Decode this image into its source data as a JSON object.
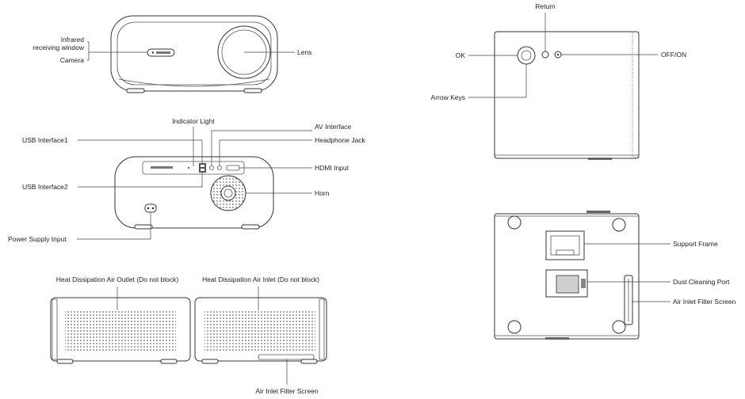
{
  "labels": {
    "infrared_line1": "Infrared",
    "infrared_line2": "receiving window",
    "camera": "Camera",
    "lens": "Lens",
    "indicator_light": "Indicator Light",
    "av_interface": "AV Interface",
    "usb_interface1": "USB Interface1",
    "headphone_jack": "Headphone Jack",
    "hdmi_input": "HDMI Input",
    "usb_interface2": "USB Interface2",
    "horn": "Horn",
    "power_supply_input": "Power Supply Input",
    "heat_outlet": "Heat Dissipation Air Outlet (Do not block)",
    "heat_inlet": "Heat Dissipation Air Inlet (Do not block)",
    "air_inlet_filter_bottom": "Air Inlet Filter Screen",
    "return": "Return",
    "ok": "OK",
    "off_on": "OFF/ON",
    "arrow_keys": "Arrow Keys",
    "support_frame": "Support Frame",
    "dust_cleaning_port": "Dust Cleaning Port",
    "air_inlet_filter_right": "Air Inlet Filter Screen"
  },
  "colors": {
    "line": "#444444",
    "outline": "#333333",
    "text": "#222222"
  }
}
